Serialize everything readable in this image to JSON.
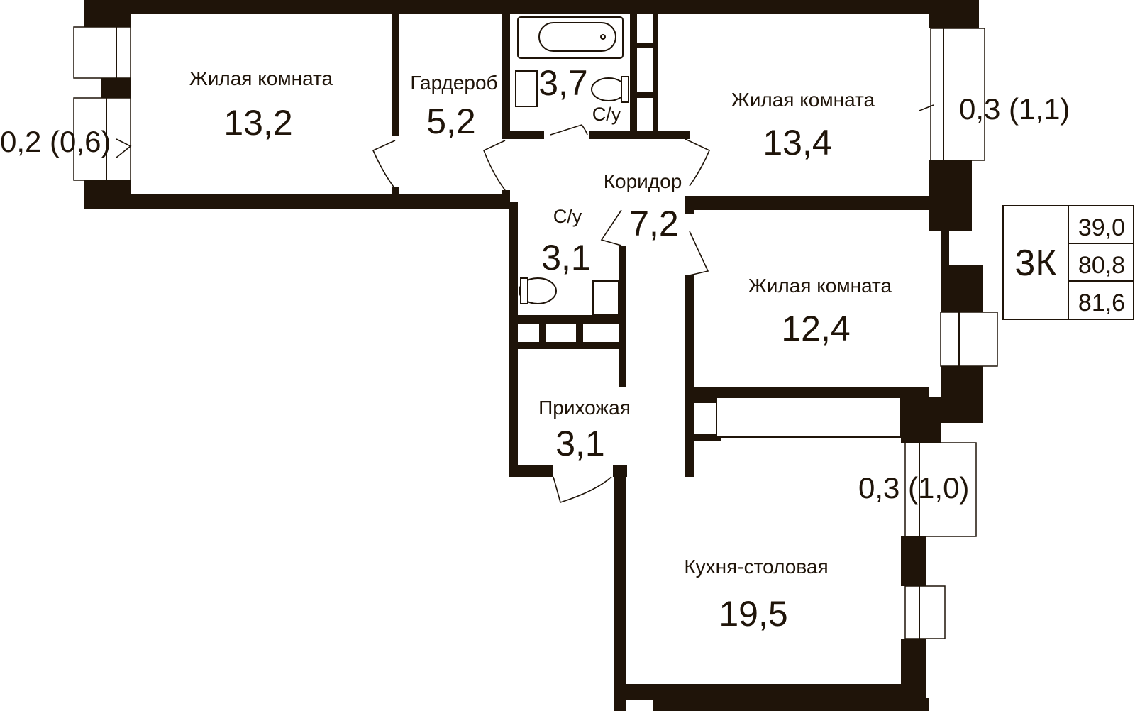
{
  "rooms": {
    "living1": {
      "name": "Жилая комната",
      "area": "13,2"
    },
    "wardrobe": {
      "name": "Гардероб",
      "area": "5,2"
    },
    "bath_top": {
      "name": "С/у",
      "area": "3,7"
    },
    "living2": {
      "name": "Жилая комната",
      "area": "13,4"
    },
    "corridor": {
      "name": "Коридор",
      "area": "7,2"
    },
    "bath_mid": {
      "name": "С/у",
      "area": "3,1"
    },
    "living3": {
      "name": "Жилая комната",
      "area": "12,4"
    },
    "hall": {
      "name": "Прихожая",
      "area": "3,1"
    },
    "kitchen": {
      "name": "Кухня-столовая",
      "area": "19,5"
    }
  },
  "balconies": {
    "left": "0,2 (0,6)",
    "right_top": "0,3 (1,1)",
    "right_bottom": "0,3 (1,0)"
  },
  "summary": {
    "type": "3К",
    "living_area": "39,0",
    "total_area": "80,8",
    "total_with_balconies": "81,6"
  }
}
